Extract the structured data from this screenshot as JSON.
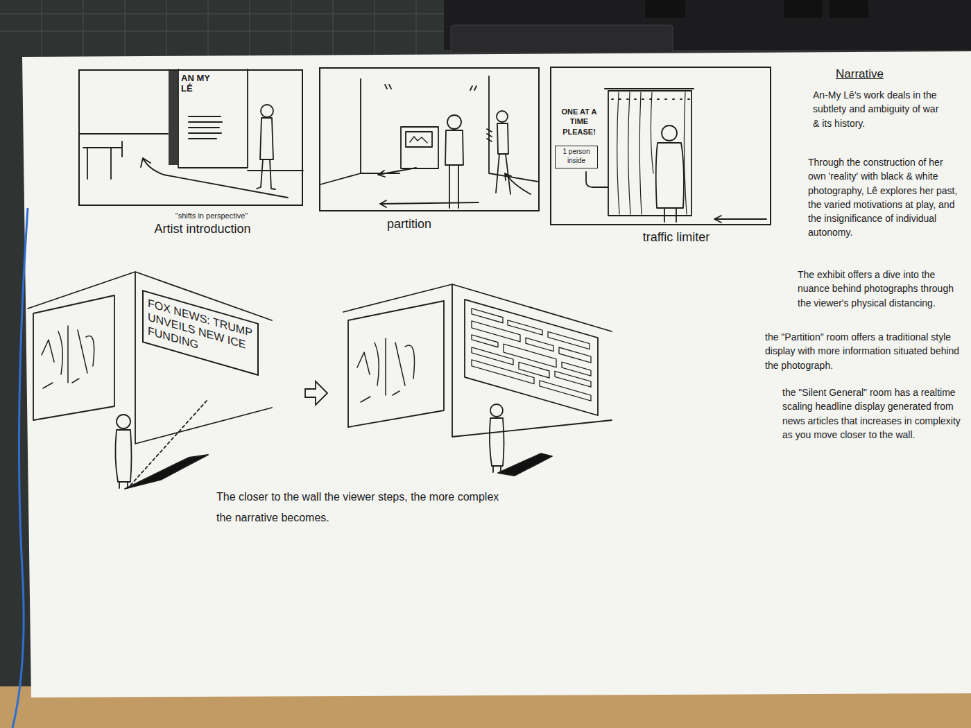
{
  "diagram": {
    "nodes": [
      {
        "text": [
          "AN MY LÊ",
          "\"shifts in perspective\"",
          "Artist introduction"
        ]
      },
      {
        "text": [
          "partition"
        ]
      },
      {
        "text": [
          "ONE AT A TIME PLEASE!",
          "traffic limiter"
        ]
      },
      {
        "text": [
          "1 person inside"
        ],
        "in": 2
      },
      {
        "text": [
          "FOX NEWS: TRUMP UNVEILS NEW ICE FUNDING"
        ]
      }
    ],
    "labels": [
      "Narrative",
      "An-My Lê's work deals in the subtlety and ambiguity of war & its history.",
      "Through the construction of her own 'reality' with black & white photography, Lê explores her past, the varied motivations at play, and the insignificance of individual autonomy.",
      "The exhibit offers a dive into the nuance behind photographs through the viewer's physical distancing.",
      "the \"Partition\" room offers a traditional style display with more information situated behind the photograph.",
      "the \"Silent General\" room has a realtime scaling headline display generated from news articles that increases in complexity as you move closer to the wall.",
      "The closer to the wall the viewer steps, the more complex the narrative becomes."
    ]
  }
}
